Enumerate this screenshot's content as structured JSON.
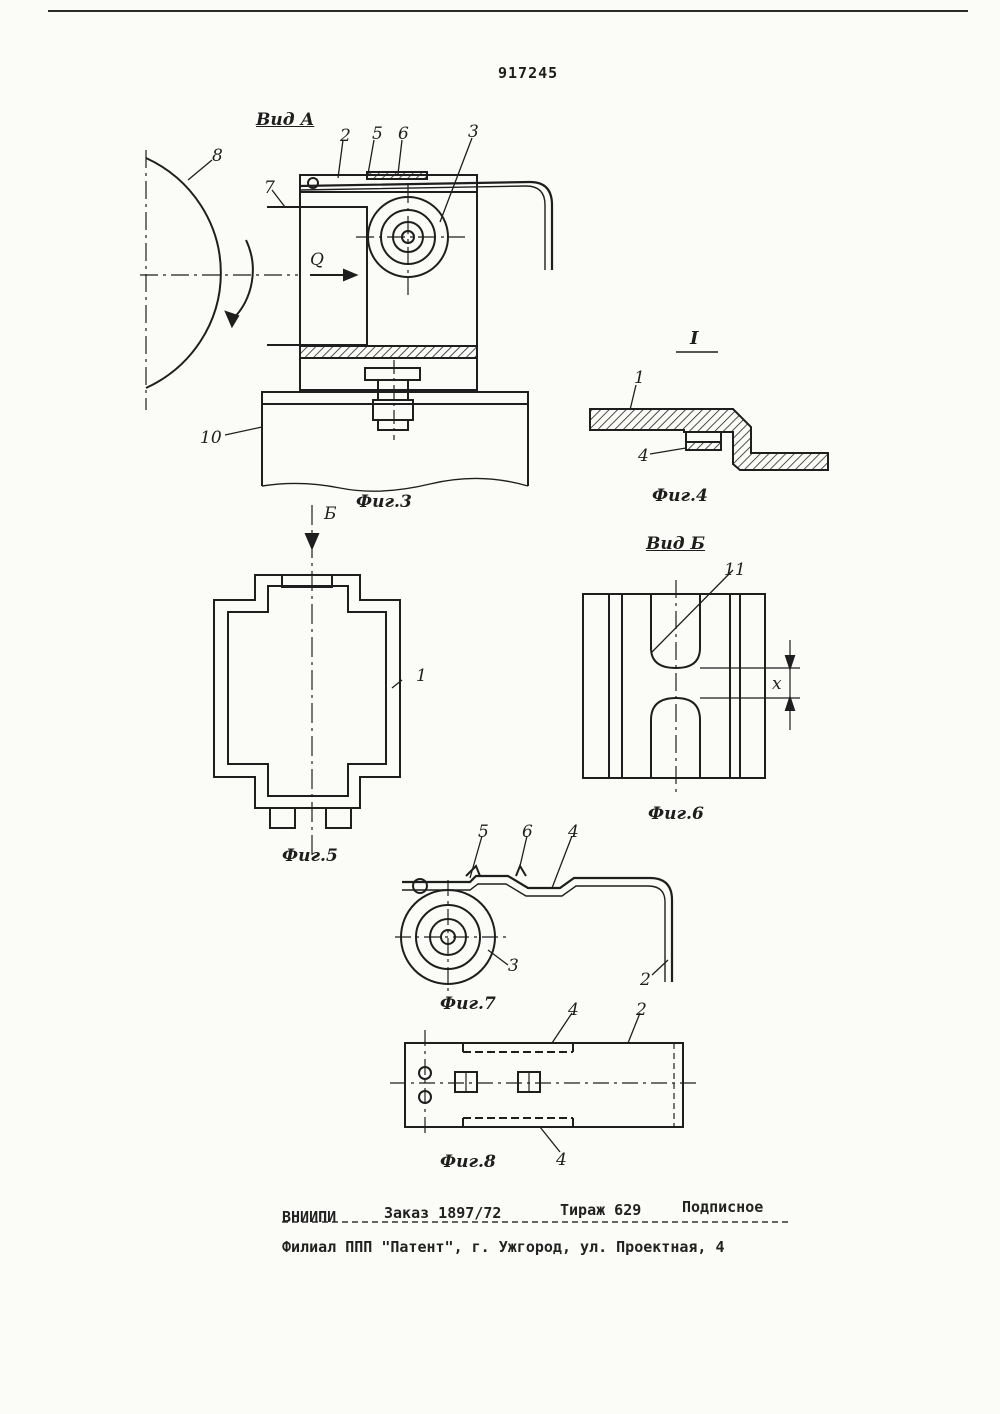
{
  "patent_number": "917245",
  "figures": {
    "fig3": {
      "caption": "Фиг.3",
      "view_title": "Вид А",
      "labels": [
        "8",
        "7",
        "2",
        "5",
        "6",
        "3",
        "Q",
        "10"
      ]
    },
    "fig4": {
      "caption": "Фиг.4",
      "view_title": "I",
      "labels": [
        "1",
        "4"
      ]
    },
    "fig5": {
      "caption": "Фиг.5",
      "labels": [
        "Б",
        "1"
      ]
    },
    "fig6": {
      "caption": "Фиг.6",
      "view_title": "Вид Б",
      "labels": [
        "11",
        "x"
      ]
    },
    "fig7": {
      "caption": "Фиг.7",
      "labels": [
        "5",
        "6",
        "4",
        "3",
        "2"
      ]
    },
    "fig8": {
      "caption": "Фиг.8",
      "labels": [
        "4",
        "2",
        "4"
      ]
    }
  },
  "footer": {
    "org": "ВНИИПИ",
    "order": "Заказ 1897/72",
    "circulation": "Тираж 629",
    "subscription": "Подписное",
    "branch": "Филиал ППП \"Патент\", г. Ужгород, ул. Проектная, 4"
  }
}
